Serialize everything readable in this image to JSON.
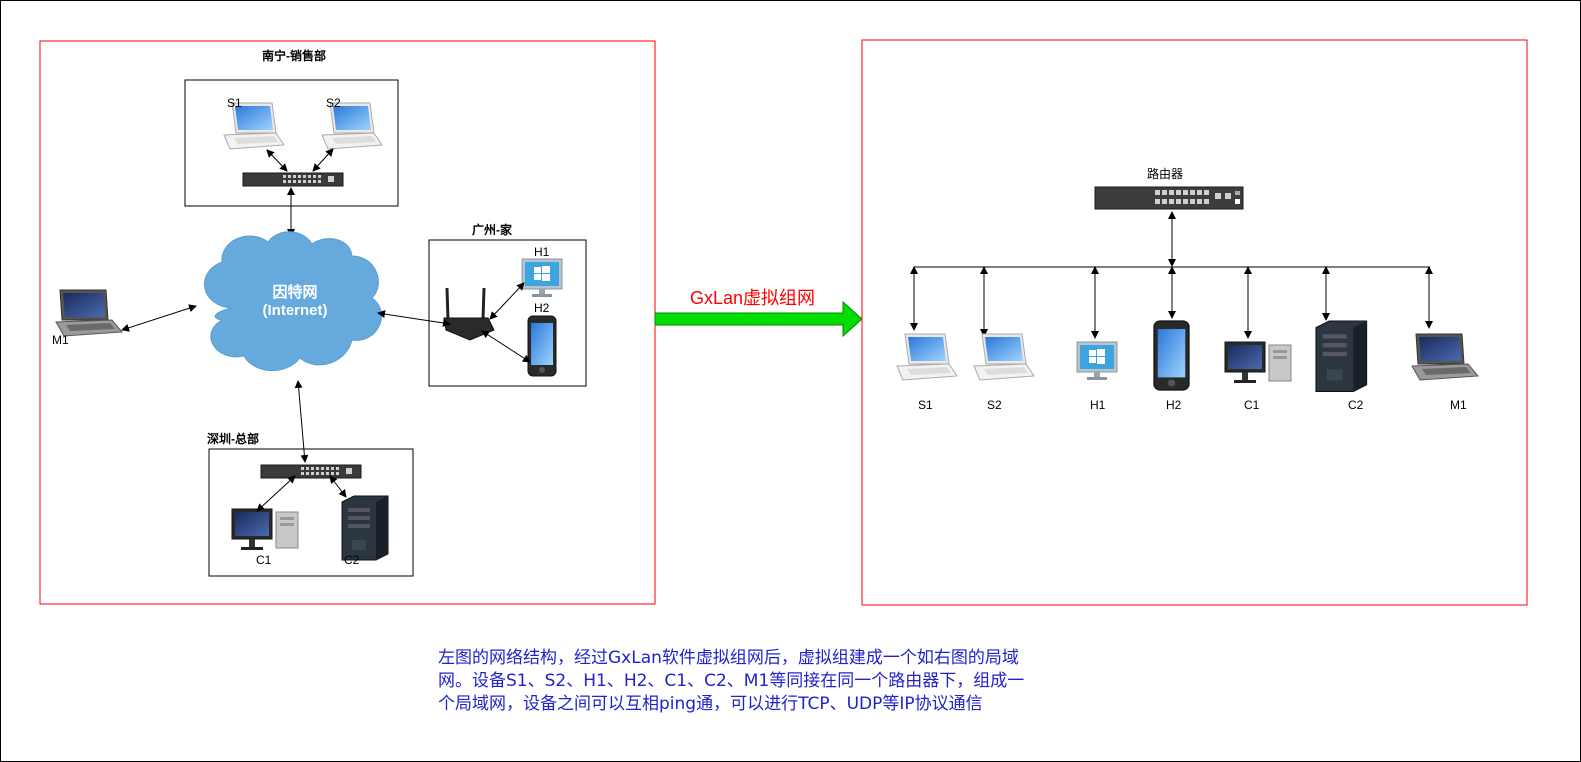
{
  "left_panel": {
    "nanning": {
      "title": "南宁-销售部",
      "s1": "S1",
      "s2": "S2"
    },
    "guangzhou": {
      "title": "广州-家",
      "h1": "H1",
      "h2": "H2"
    },
    "shenzhen": {
      "title": "深圳-总部",
      "c1": "C1",
      "c2": "C2"
    },
    "cloud": {
      "line1": "因特网",
      "line2": "(Internet)"
    },
    "m1": "M1"
  },
  "arrow_label": "GxLan虚拟组网",
  "right_panel": {
    "router_label": "路由器",
    "devices": [
      "S1",
      "S2",
      "H1",
      "H2",
      "C1",
      "C2",
      "M1"
    ]
  },
  "description": [
    "左图的网络结构，经过GxLan软件虚拟组网后，虚拟组建成一个如右图的局域",
    "网。设备S1、S2、H1、H2、C1、C2、M1等同接在同一个路由器下，组成一",
    "个局域网，设备之间可以互相ping通，可以进行TCP、UDP等IP协议通信"
  ],
  "colors": {
    "panel_border": "#ff0000",
    "cloud": "#66aadd",
    "arrow": "#00dd00",
    "label_red": "#ff0000",
    "desc_blue": "#2222cc"
  }
}
